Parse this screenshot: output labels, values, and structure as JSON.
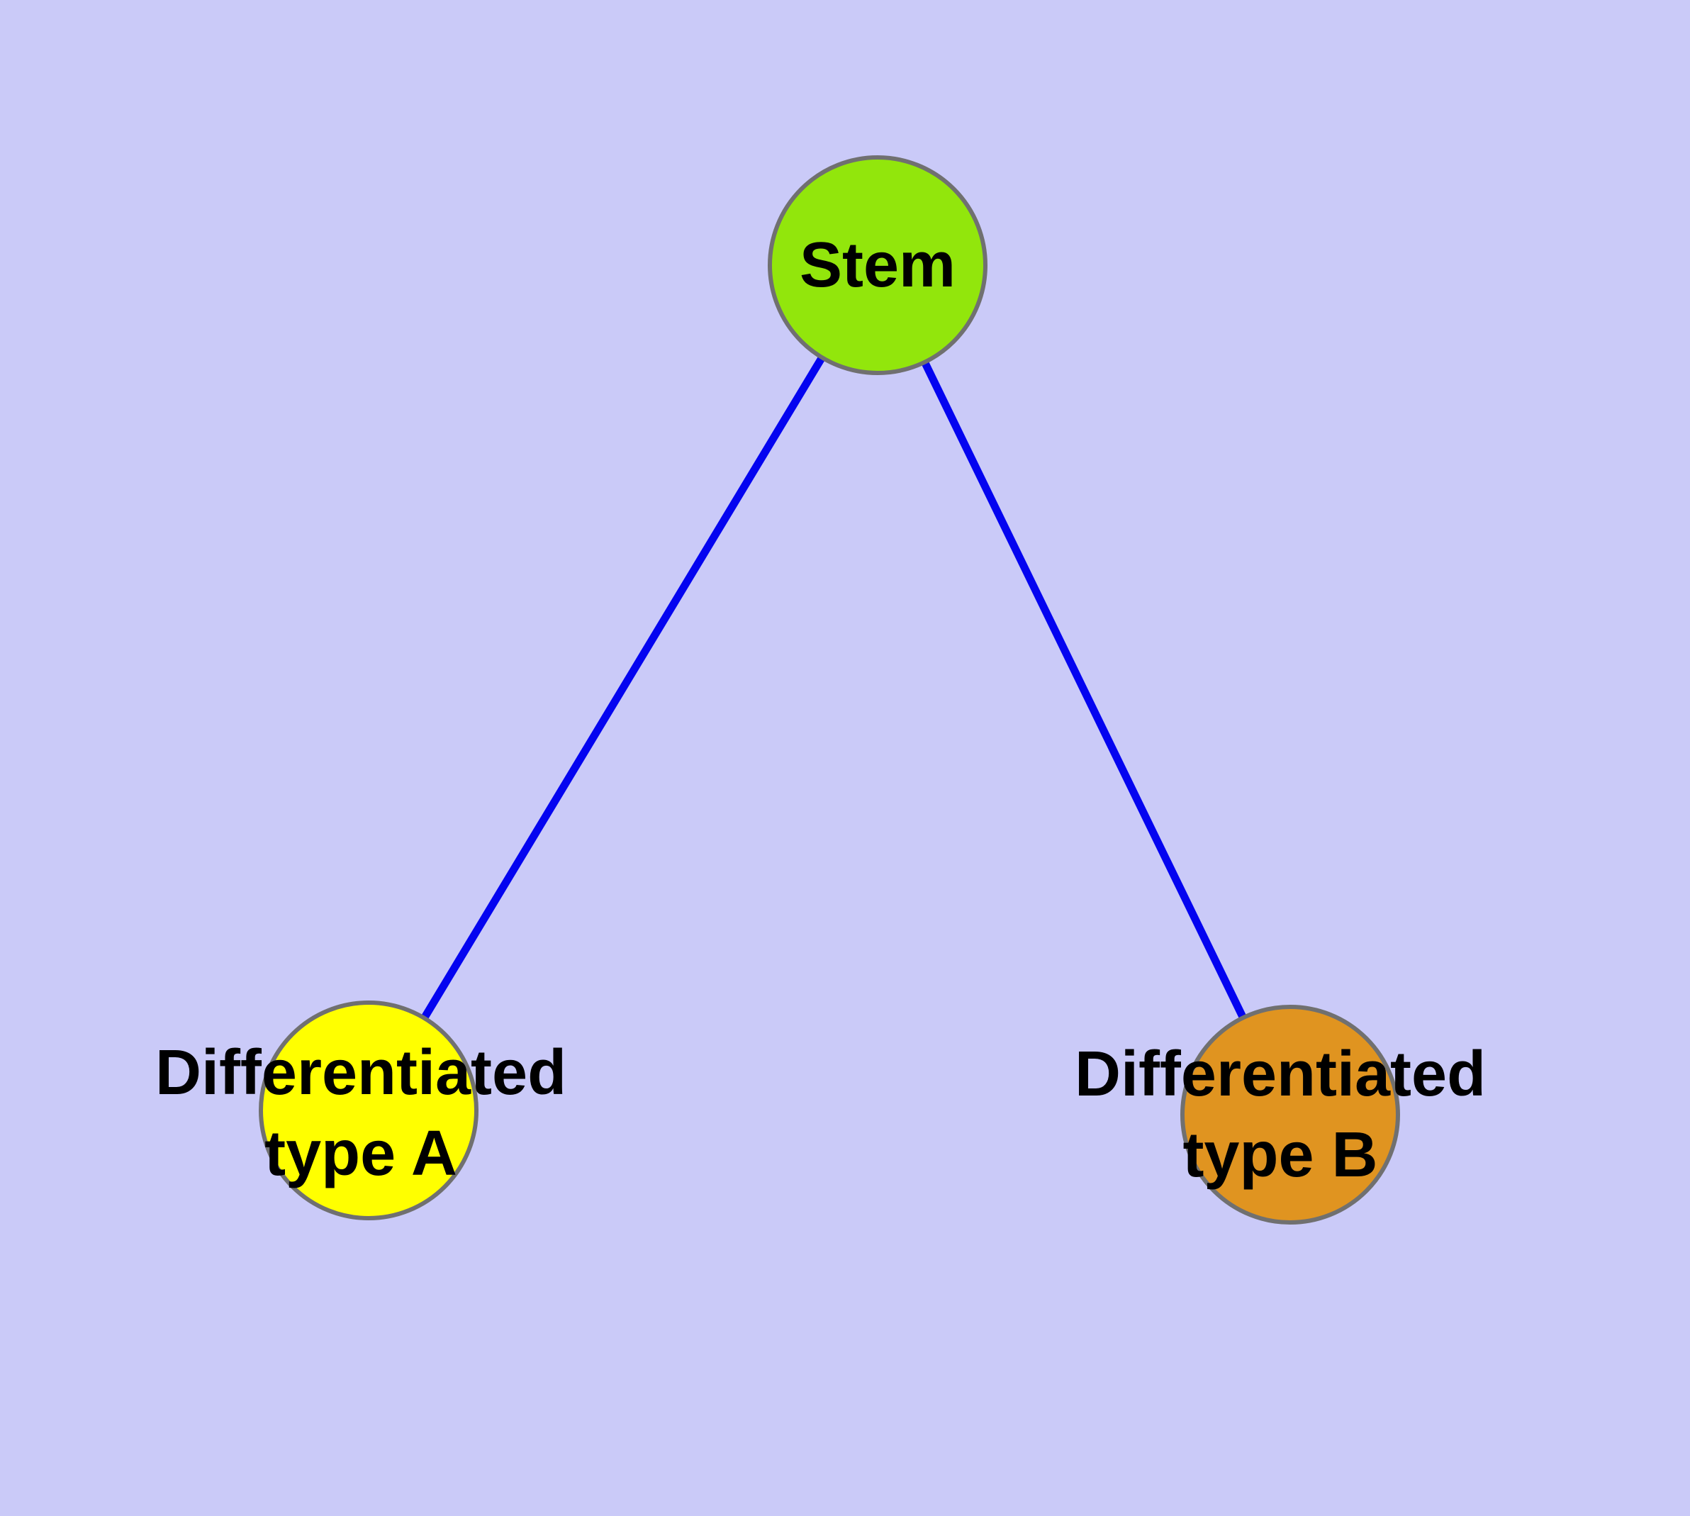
{
  "diagram": {
    "type": "node-link-graph",
    "background_color": "#CACAF8",
    "edge_color": "#0404F0",
    "node_border_color": "#707070",
    "label_color": "#000000",
    "nodes": [
      {
        "id": "stem",
        "label": "Stem",
        "fill": "#92E60C",
        "text_color": "#000000"
      },
      {
        "id": "differentiated-type-a",
        "label": "Differentiated\ntype A",
        "fill": "#FFFF00",
        "text_color": "#000000"
      },
      {
        "id": "differentiated-type-b",
        "label": "Differentiated\ntype B",
        "fill": "#E09420",
        "text_color": "#000000"
      }
    ],
    "edges": [
      {
        "from": "Stem",
        "to": "Differentiated type A"
      },
      {
        "from": "Stem",
        "to": "Differentiated type B"
      }
    ]
  }
}
